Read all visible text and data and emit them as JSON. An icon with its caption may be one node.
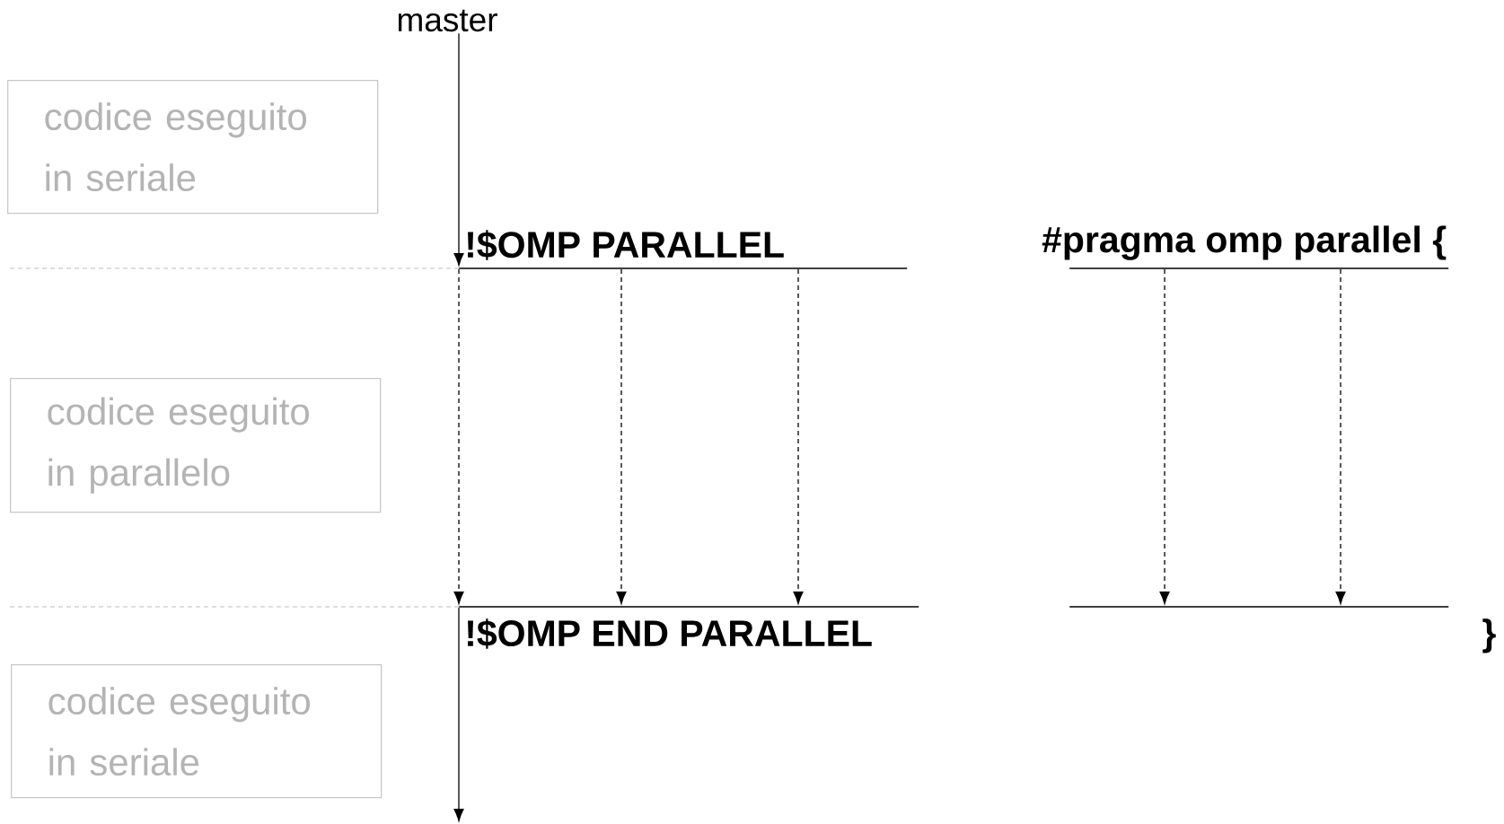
{
  "diagram": {
    "nodes": [
      {
        "text": [
          "master"
        ]
      },
      {
        "text": [],
        "shape": "bar",
        "beside": [
          "!$OMP PARALLEL"
        ]
      },
      {
        "text": [],
        "shape": "bar",
        "beside": [
          "!$OMP END PARALLEL"
        ]
      },
      {
        "text": [],
        "shape": "bar",
        "beside": [
          "#pragma omp parallel {"
        ]
      },
      {
        "text": [],
        "shape": "bar",
        "beside": [
          "}"
        ]
      },
      {
        "text": [
          "codice eseguito in seriale"
        ]
      },
      {
        "text": [
          "codice eseguito in parallelo"
        ]
      },
      {
        "text": [
          "codice eseguito in seriale"
        ]
      }
    ],
    "edges": [
      {
        "from": 0,
        "to": 1,
        "arrow": "to"
      },
      {
        "from": 1,
        "to": 2,
        "arrow": "to",
        "style": "dashed"
      },
      {
        "from": 1,
        "to": 2,
        "arrow": "to",
        "style": "dashed"
      },
      {
        "from": 1,
        "to": 2,
        "arrow": "to",
        "style": "dashed"
      },
      {
        "from": 3,
        "to": 4,
        "arrow": "to",
        "style": "dashed"
      },
      {
        "from": 3,
        "to": 4,
        "arrow": "to",
        "style": "dashed"
      },
      {
        "from": 2,
        "to": null,
        "arrow": "to"
      }
    ]
  }
}
